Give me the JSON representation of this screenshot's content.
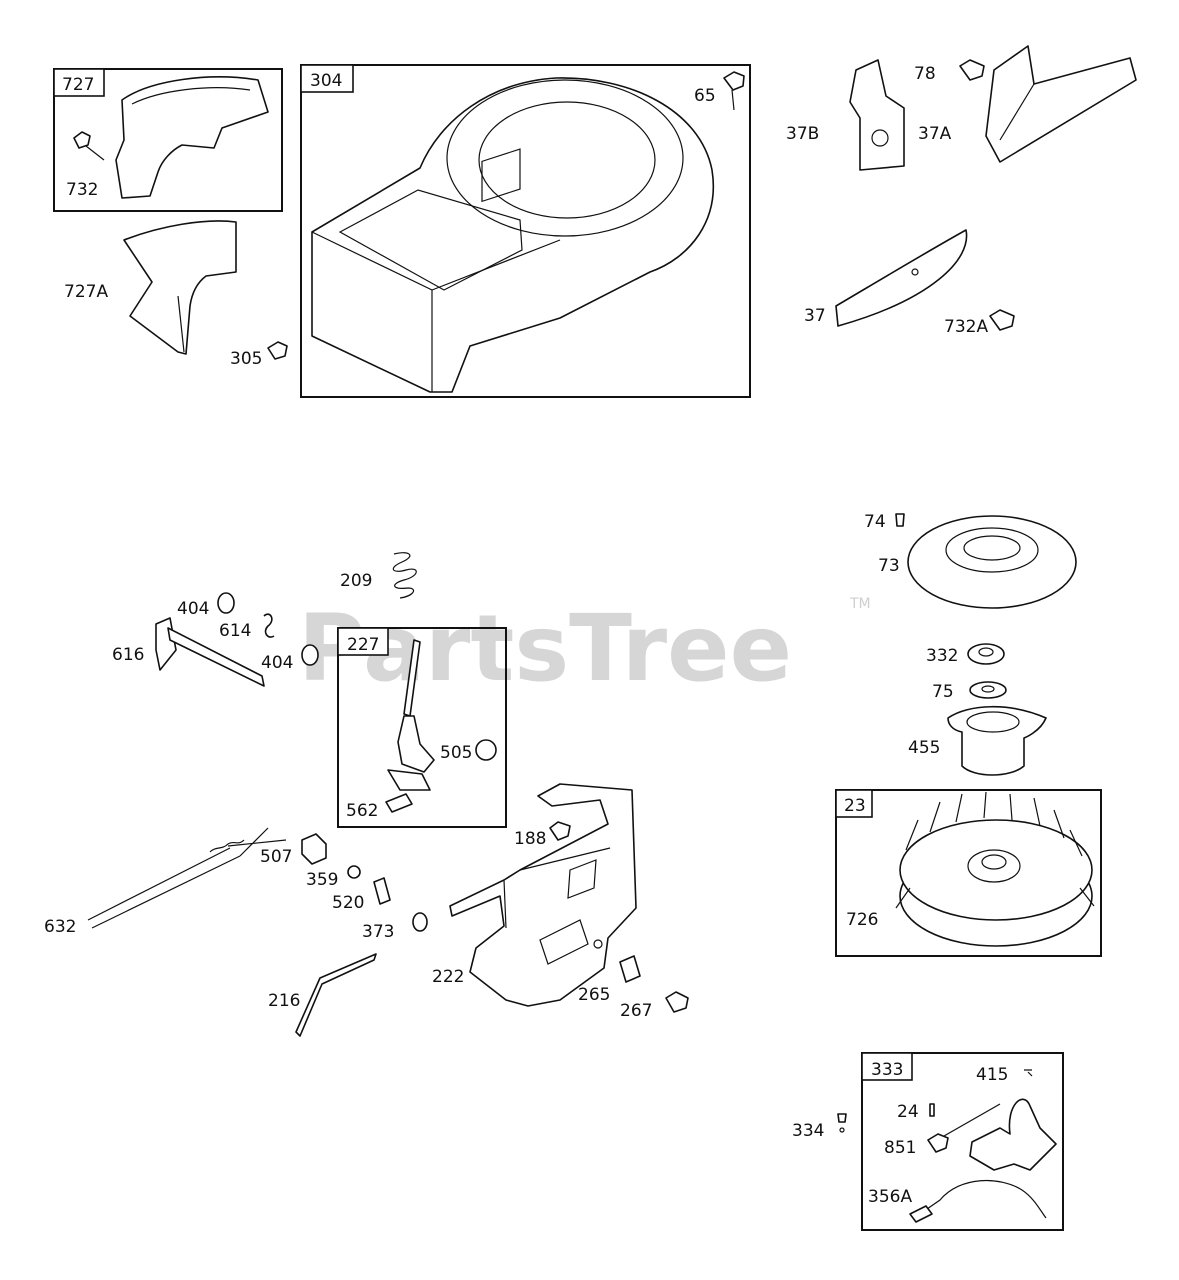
{
  "watermark": {
    "text": "PartsTree",
    "trademark": "TM"
  },
  "assemblies": {
    "a727": "727",
    "a304": "304",
    "a227": "227",
    "a23": "23",
    "a333": "333"
  },
  "labels": {
    "p732": "732",
    "p727A": "727A",
    "p305": "305",
    "p65": "65",
    "p78": "78",
    "p37B": "37B",
    "p37A": "37A",
    "p37": "37",
    "p732A": "732A",
    "p74": "74",
    "p73": "73",
    "p332": "332",
    "p75": "75",
    "p455": "455",
    "p726": "726",
    "p209": "209",
    "p404a": "404",
    "p614": "614",
    "p616": "616",
    "p404b": "404",
    "p505": "505",
    "p562": "562",
    "p188": "188",
    "p507": "507",
    "p359": "359",
    "p520": "520",
    "p632": "632",
    "p373": "373",
    "p222": "222",
    "p265": "265",
    "p267": "267",
    "p216": "216",
    "p415": "415",
    "p24": "24",
    "p334": "334",
    "p851": "851",
    "p356A": "356A"
  }
}
